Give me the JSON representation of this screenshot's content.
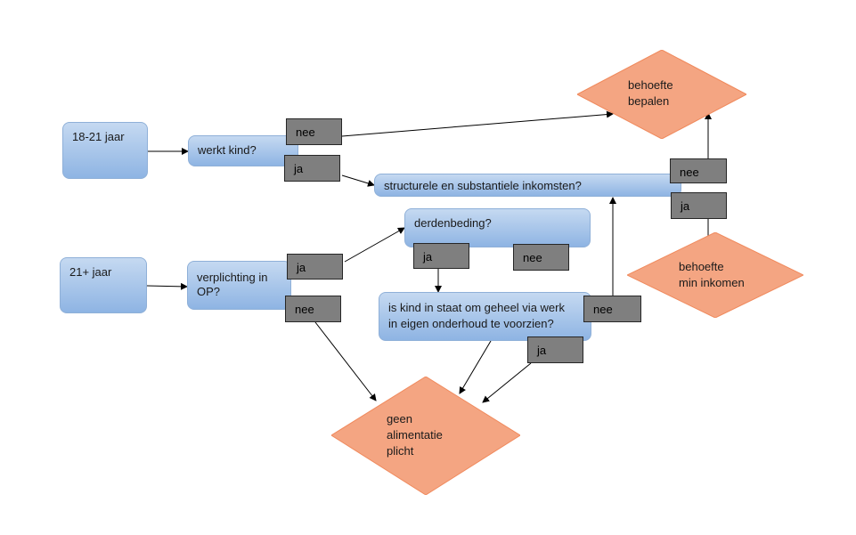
{
  "nodes": {
    "age_18_21": "18-21  jaar",
    "age_21_plus": "21+ jaar",
    "werkt_kind": "werkt kind?",
    "verplichting": [
      "verplichting in",
      "OP?"
    ],
    "structurele": "structurele en substantiele inkomsten?",
    "derdenbeding": "derdenbeding?",
    "is_kind": [
      "is kind in staat om geheel via werk",
      "in eigen onderhoud te voorzien?"
    ]
  },
  "outcomes": {
    "behoefte_bepalen": [
      "behoefte",
      "bepalen"
    ],
    "behoefte_min": [
      "behoefte",
      "min inkomen"
    ],
    "geen_alimentatie": [
      "geen",
      "alimentatie",
      "plicht"
    ]
  },
  "labels": {
    "nee_werkt": "nee",
    "ja_werkt": "ja",
    "nee_struct": "nee",
    "ja_struct": "ja",
    "ja_derden": "ja",
    "nee_derden": "nee",
    "ja_verpl": "ja",
    "nee_verpl": "nee",
    "nee_iskind": "nee",
    "ja_iskind": "ja"
  },
  "colors": {
    "decision_fill_top": "#c5d9f1",
    "decision_fill_bottom": "#8eb4e3",
    "answer_fill": "#7f7f7f",
    "outcome_fill": "#f4a582",
    "arrow": "#000000"
  }
}
